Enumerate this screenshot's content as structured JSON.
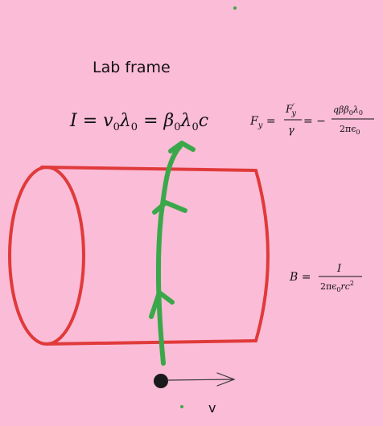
{
  "heading": "Lab frame",
  "velocity_label": "v",
  "equations": {
    "current": {
      "I": "I",
      "eq1": " = ",
      "v": "v",
      "s0a": "0",
      "lam1": "λ",
      "s0b": "0",
      "eq2": " = ",
      "beta": "β",
      "s0c": "0",
      "lam2": "λ",
      "s0d": "0",
      "c": "c"
    },
    "force": {
      "F": "F",
      "sub_y": "y",
      "eq": " = ",
      "num_F": "F",
      "num_prime": "′",
      "num_sub_y": "y",
      "den_gamma": "γ",
      "eq2": " = −",
      "num2": "qββ",
      "num2_s0a": "0",
      "num2_lam": "λ",
      "num2_s0b": "0",
      "den2": "2πϵ",
      "den2_s0": "0"
    },
    "field": {
      "B": "B",
      "eq": " = ",
      "num": "I",
      "den": "2πϵ",
      "den_s0": "0",
      "den_rest": "rc",
      "den_sup": "2"
    }
  },
  "colors": {
    "background": "#fbbcd7",
    "cylinder": "#e03a3a",
    "field_line": "#3aa84a",
    "charge": "#1a1a1a"
  }
}
